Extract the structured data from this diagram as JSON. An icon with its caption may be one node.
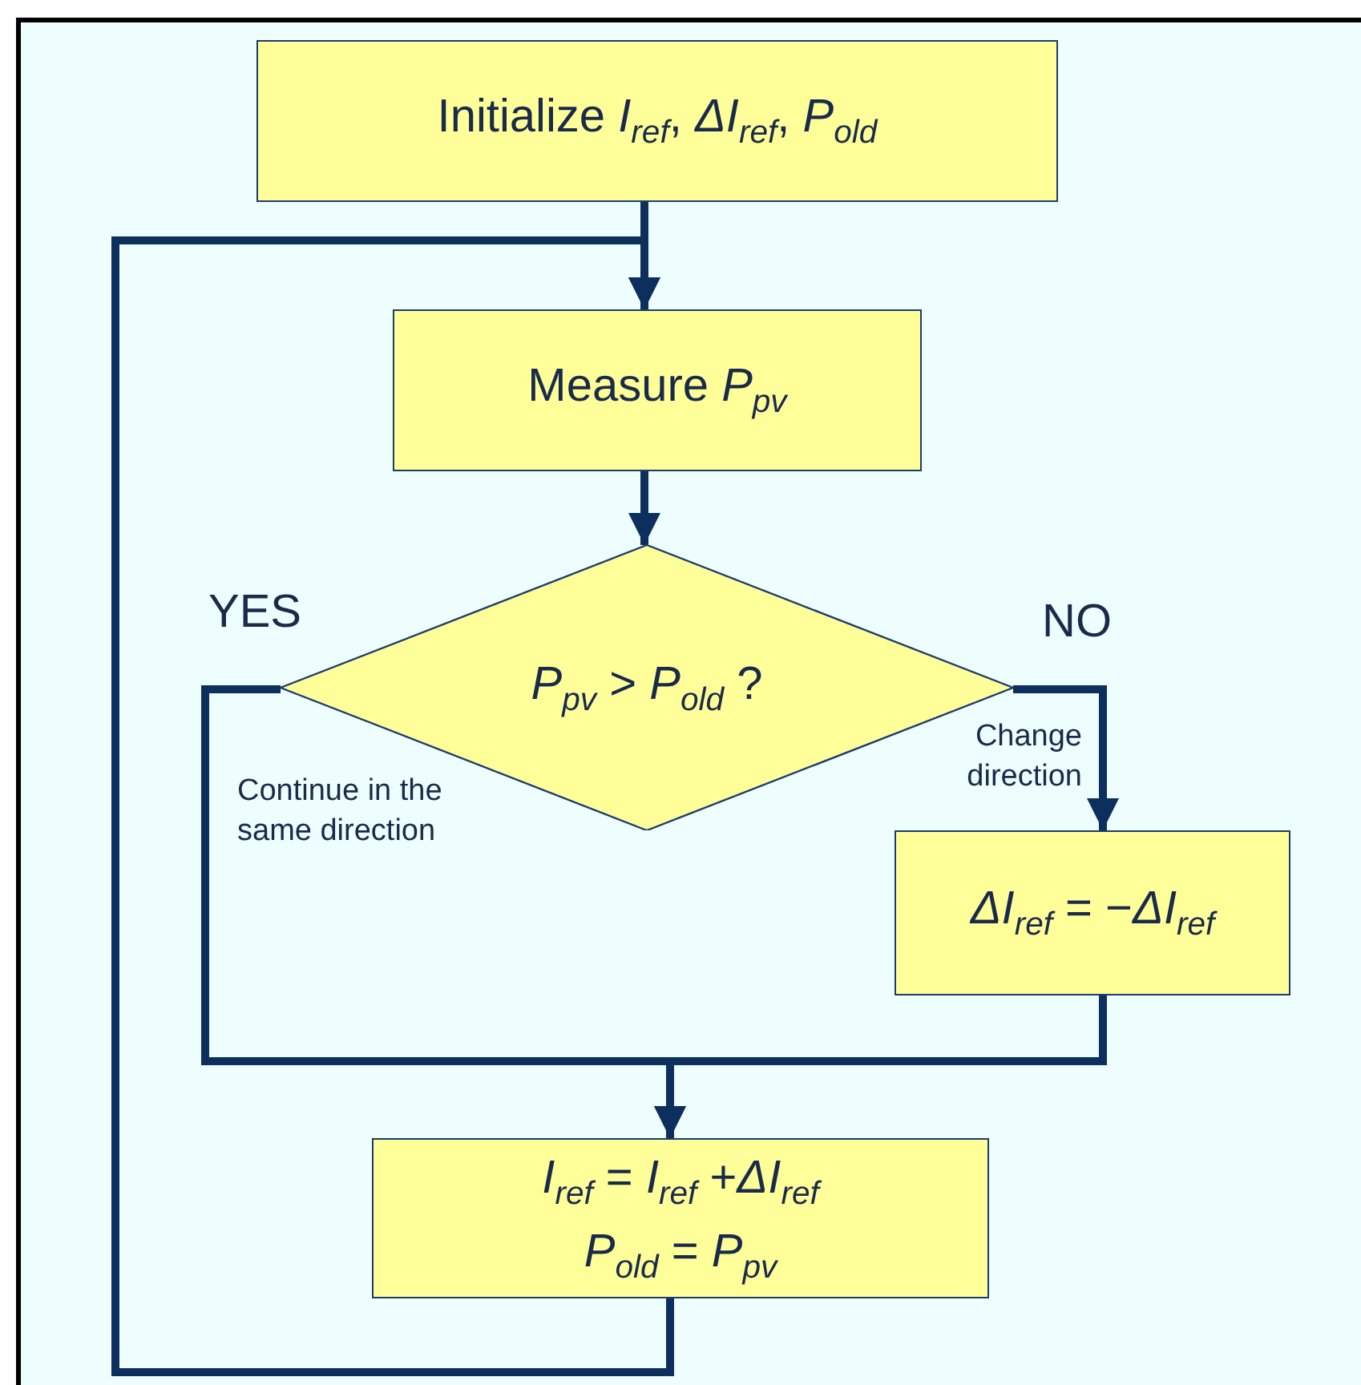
{
  "diagram": {
    "nodes": [
      {
        "text": [
          "Initialize *I*$_{ref}$, *ΔI*$_{ref}$, *P*$_{old}$"
        ]
      },
      {
        "text": [
          "Measure *P*$_{pv}$"
        ]
      },
      {
        "text": [
          "*P*$_{pv}$ > *P*$_{old}$ ?"
        ]
      },
      {
        "text": [
          "*ΔI*$_{ref}$ = −*ΔI*$_{ref}$"
        ]
      },
      {
        "text": [
          "*I*$_{ref}$ = *I*$_{ref}$ +*ΔI*$_{ref}$",
          "*P*$_{old}$ = *P*$_{pv}$"
        ]
      }
    ],
    "edges": [
      {
        "from": 0,
        "to": 1,
        "arrow": "to"
      },
      {
        "from": 1,
        "to": 2,
        "arrow": "to"
      },
      {
        "from": 2,
        "to": 3,
        "arrow": "to",
        "label": "Change direction"
      },
      {
        "from": 2,
        "to": 4,
        "arrow": "to",
        "label": "Continue in the same direction"
      },
      {
        "from": 3,
        "to": 4,
        "arrow": "to"
      },
      {
        "from": 4,
        "to": 1,
        "arrow": "to"
      }
    ],
    "labels": [
      "YES",
      "NO"
    ]
  }
}
